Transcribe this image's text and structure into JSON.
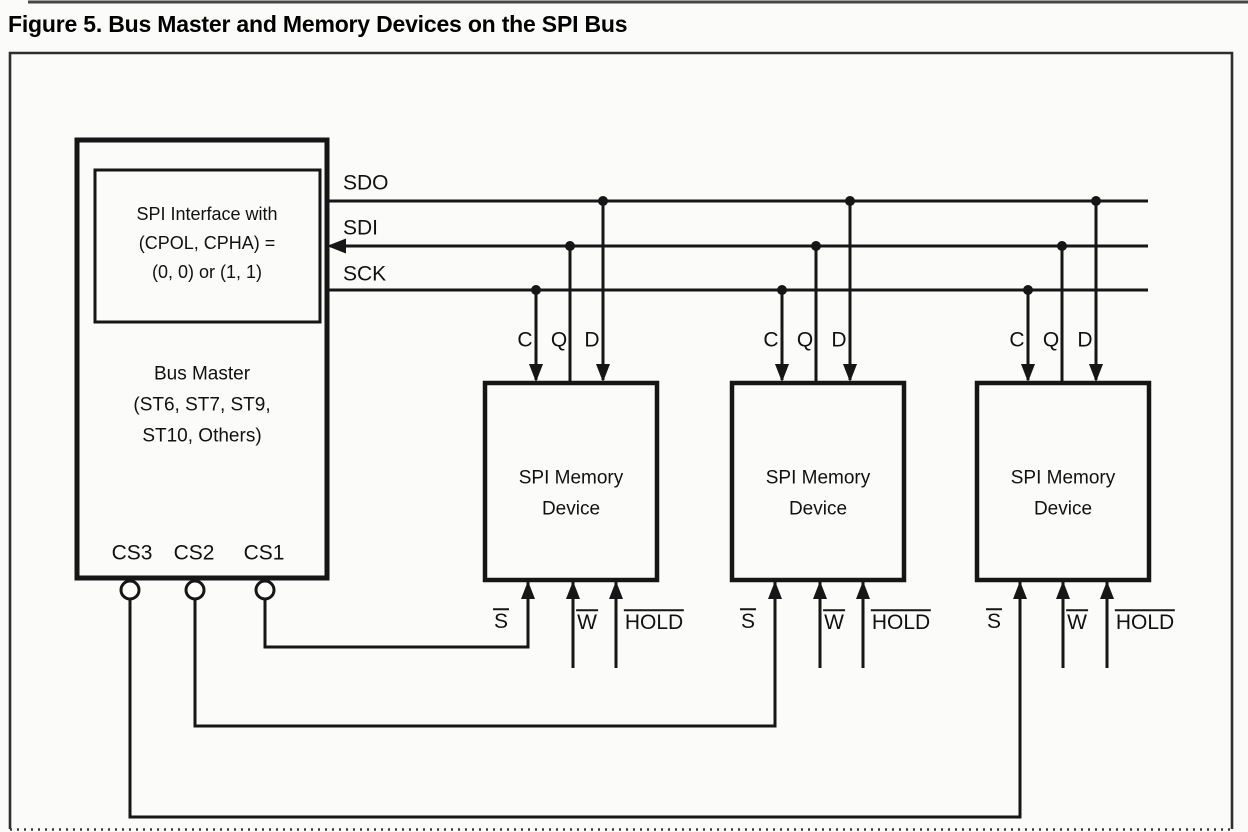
{
  "title": "Figure 5. Bus Master and Memory Devices on the SPI Bus",
  "bus_master": {
    "interface_lines": [
      "SPI Interface with",
      "(CPOL, CPHA) =",
      "(0, 0) or (1, 1)"
    ],
    "name_lines": [
      "Bus Master",
      "(ST6, ST7, ST9,",
      "ST10, Others)"
    ],
    "chip_selects": [
      {
        "label": "CS3"
      },
      {
        "label": "CS2"
      },
      {
        "label": "CS1"
      }
    ]
  },
  "bus_lines": [
    {
      "label": "SDO",
      "direction": "from-master"
    },
    {
      "label": "SDI",
      "direction": "to-master"
    },
    {
      "label": "SCK",
      "direction": "from-master"
    }
  ],
  "devices": [
    {
      "name_line1": "SPI Memory",
      "name_line2": "Device",
      "pin_c": "C",
      "pin_q": "Q",
      "pin_d": "D",
      "pin_s": "S",
      "pin_w": "W",
      "pin_hold": "HOLD"
    },
    {
      "name_line1": "SPI Memory",
      "name_line2": "Device",
      "pin_c": "C",
      "pin_q": "Q",
      "pin_d": "D",
      "pin_s": "S",
      "pin_w": "W",
      "pin_hold": "HOLD"
    },
    {
      "name_line1": "SPI Memory",
      "name_line2": "Device",
      "pin_c": "C",
      "pin_q": "Q",
      "pin_d": "D",
      "pin_s": "S",
      "pin_w": "W",
      "pin_hold": "HOLD"
    }
  ],
  "colors": {
    "line": "#161616",
    "text": "#111111",
    "frame": "#2e2e2e",
    "background": "#fbfbfa"
  }
}
